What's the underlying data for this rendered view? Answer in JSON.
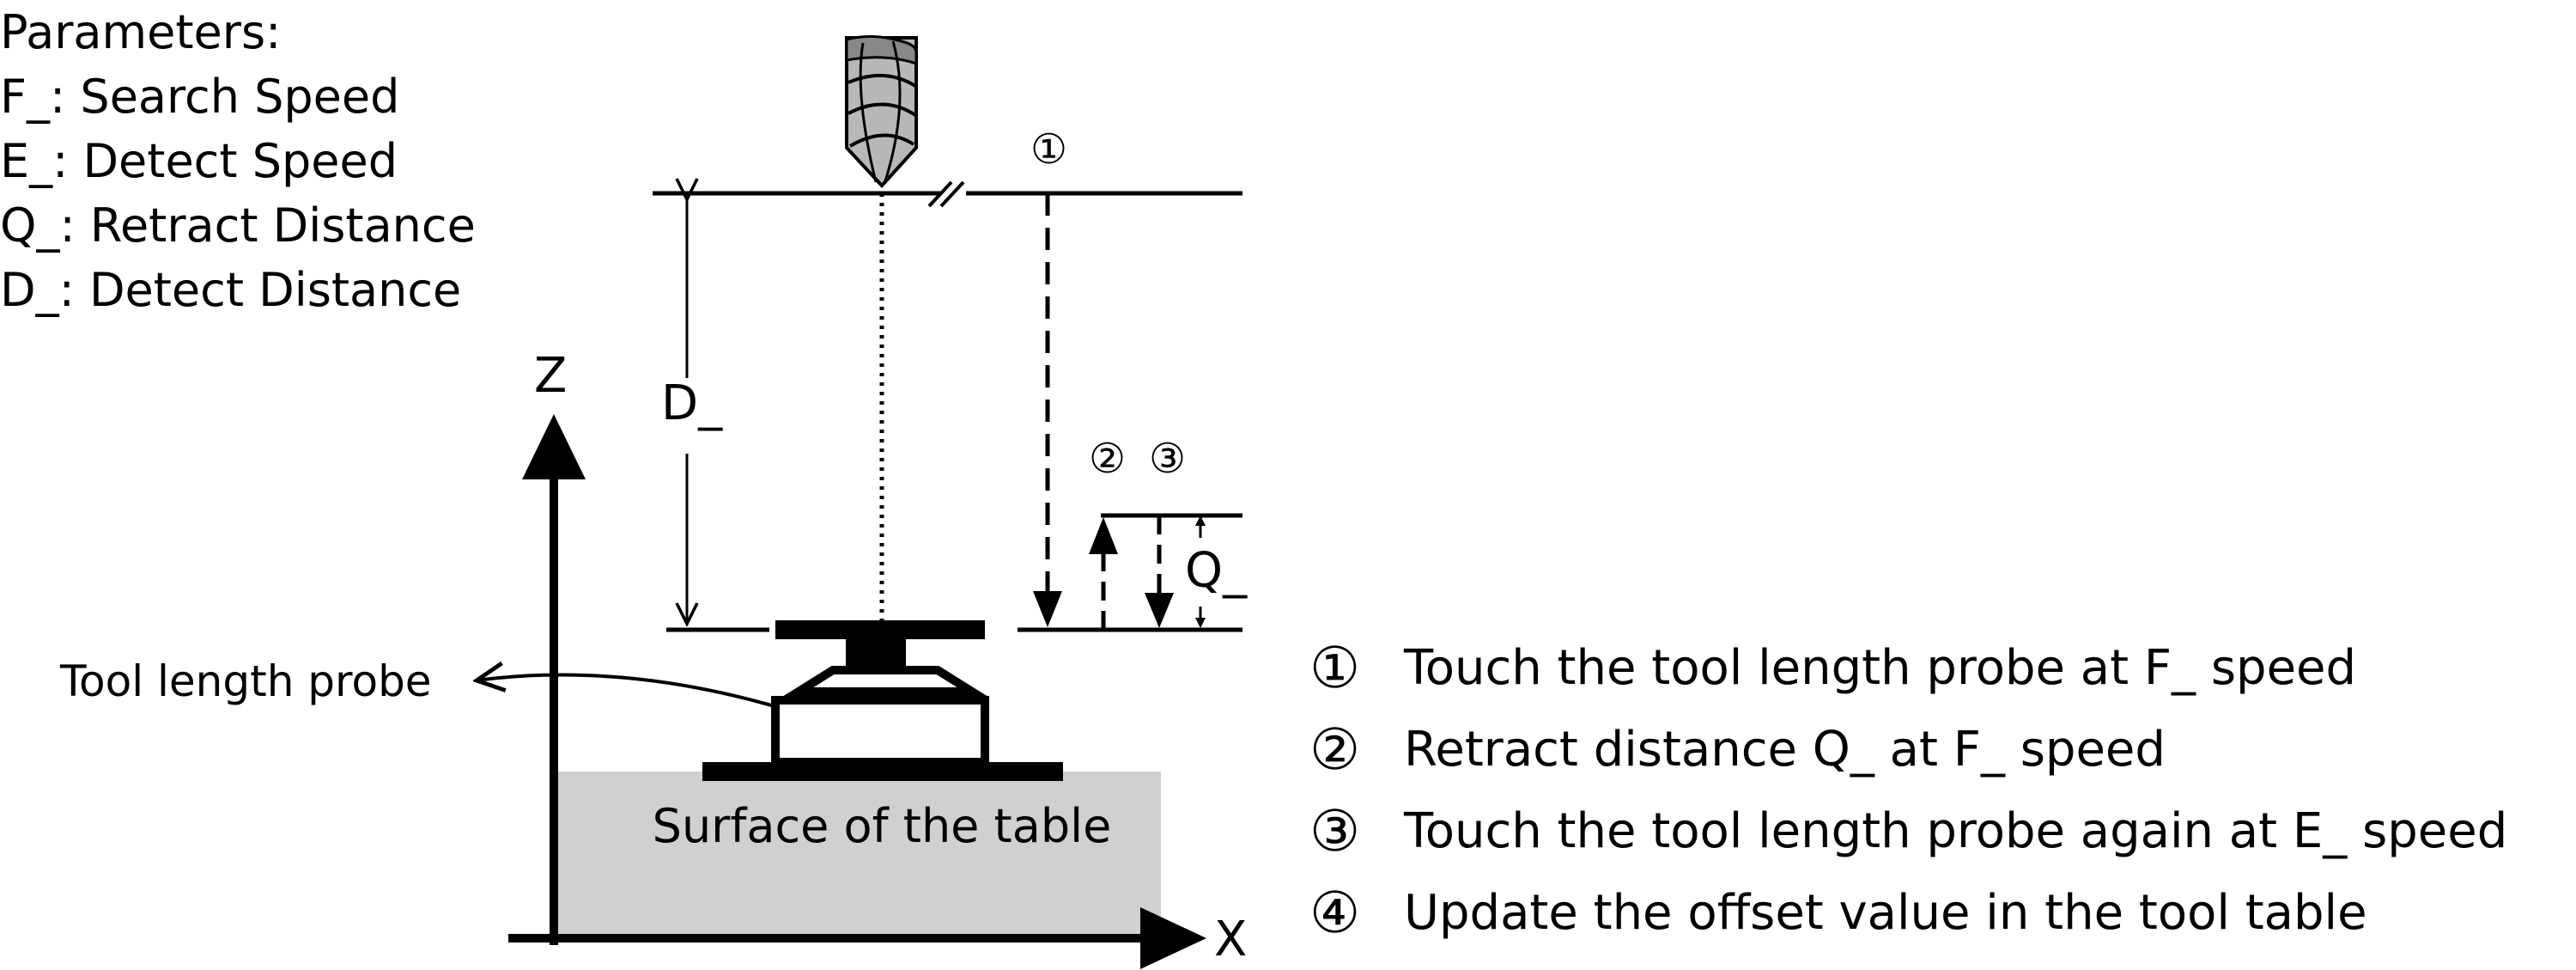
{
  "parameters": {
    "heading": "Parameters:",
    "items": [
      "F_: Search Speed",
      "E_: Detect Speed",
      "Q_: Retract Distance",
      "D_: Detect Distance"
    ]
  },
  "diagram": {
    "axis_z": "Z",
    "axis_x": "X",
    "label_d": "D_",
    "label_q": "Q_",
    "probe_label": "Tool length probe",
    "table_label": "Surface of the table",
    "marker_1": "①",
    "marker_2": "②",
    "marker_3": "③"
  },
  "steps": [
    {
      "num": "①",
      "text": "Touch the tool length probe at F_ speed"
    },
    {
      "num": "②",
      "text": "Retract distance Q_ at F_ speed"
    },
    {
      "num": "③",
      "text": "Touch the tool length probe again at E_ speed"
    },
    {
      "num": "④",
      "text": "Update the offset value in the tool table"
    }
  ],
  "colors": {
    "line": "#000000",
    "table_fill": "#d0d0d0",
    "tool_fill": "#b8b8b8"
  }
}
